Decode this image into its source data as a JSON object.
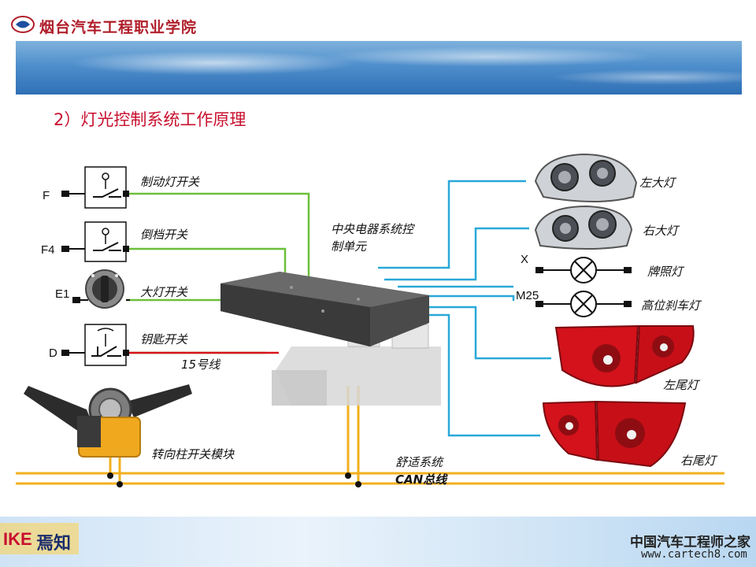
{
  "header": {
    "school_name": "烟台汽车工程职业学院",
    "section_title": "2）灯光控制系统工作原理"
  },
  "inputs": {
    "brake_switch": {
      "pin": "F",
      "label": "制动灯开关"
    },
    "reverse_switch": {
      "pin": "F4",
      "label": "倒档开关"
    },
    "headlight_switch": {
      "pin": "E1",
      "label": "大灯开关"
    },
    "key_switch": {
      "pin": "D",
      "label": "钥匙开关"
    },
    "wire_15": "15号线",
    "steering_column_module": "转向柱开关模块"
  },
  "central_unit": {
    "label_line1": "中央电器系统控",
    "label_line2": "制单元"
  },
  "outputs": {
    "left_headlight": "左大灯",
    "right_headlight": "右大灯",
    "license_plate_lamp": {
      "pin": "X",
      "label": "牌照灯"
    },
    "high_brake_lamp": {
      "pin": "M25",
      "label": "高位刹车灯"
    },
    "left_tail_lamp": "左尾灯",
    "right_tail_lamp": "右尾灯"
  },
  "bus": {
    "label_line1": "舒适系统",
    "label_line2": "CAN总线"
  },
  "footer": {
    "brand_ike": "IKE",
    "brand_sub": "焉知",
    "watermark_cn": "中国汽车工程师之家",
    "watermark_url": "www.cartech8.com"
  },
  "colors": {
    "green_wire": "#6cbf3a",
    "blue_wire": "#29a8d8",
    "red_wire": "#d8141a",
    "can_bus": "#f2b01e",
    "title_red": "#c8102e"
  }
}
